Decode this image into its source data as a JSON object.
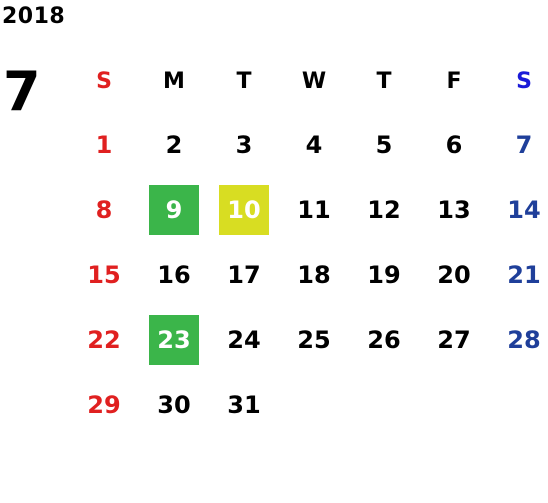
{
  "year": "2018",
  "month": "7",
  "weekdays": [
    "S",
    "M",
    "T",
    "W",
    "T",
    "F",
    "S"
  ],
  "weeks": [
    [
      "1",
      "2",
      "3",
      "4",
      "5",
      "6",
      "7"
    ],
    [
      "8",
      "9",
      "10",
      "11",
      "12",
      "13",
      "14"
    ],
    [
      "15",
      "16",
      "17",
      "18",
      "19",
      "20",
      "21"
    ],
    [
      "22",
      "23",
      "24",
      "25",
      "26",
      "27",
      "28"
    ],
    [
      "29",
      "30",
      "31",
      "",
      "",
      "",
      ""
    ]
  ],
  "colors": {
    "sunday": "#e02020",
    "saturday_header": "#1a1ad8",
    "saturday": "#1f3f9a",
    "highlight_green": "#3bb54a",
    "highlight_yellow": "#d8dd22"
  }
}
